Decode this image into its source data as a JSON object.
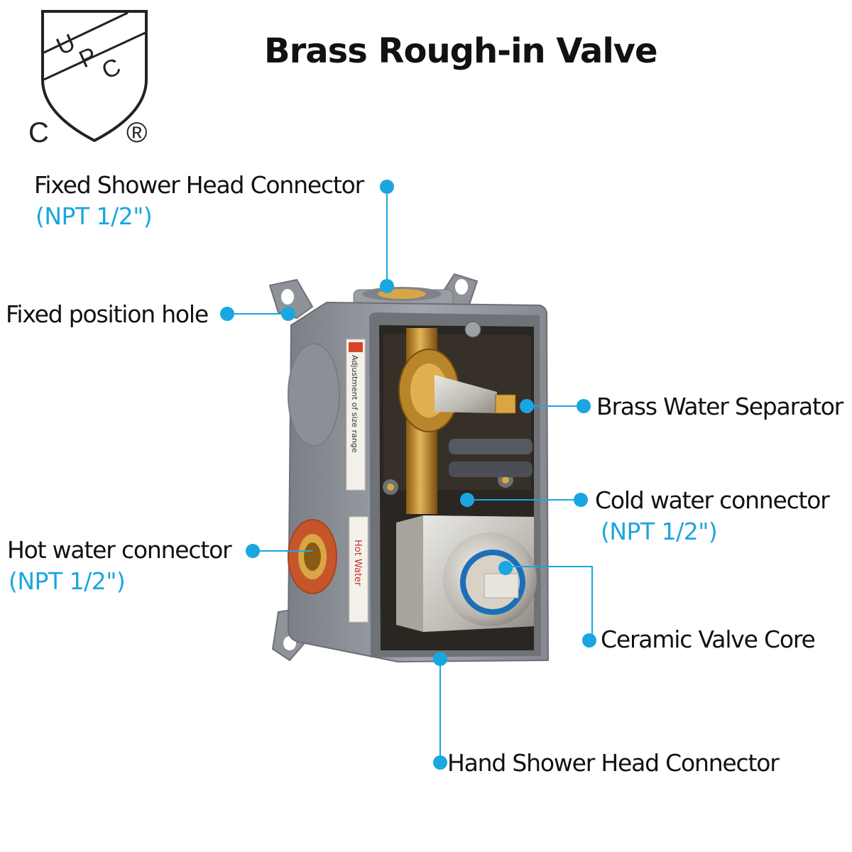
{
  "title": "Brass Rough-in Valve",
  "certification": {
    "mark_letters": [
      "U",
      "P",
      "C"
    ],
    "left_letter": "C",
    "registered_symbol": "®"
  },
  "callouts": {
    "fixed_shower_head": {
      "label": "Fixed Shower Head Connector",
      "spec": "(NPT 1/2\")"
    },
    "fixed_position_hole": {
      "label": "Fixed position hole"
    },
    "brass_water_separator": {
      "label": "Brass Water Separator"
    },
    "cold_water": {
      "label": "Cold water connector",
      "spec": "(NPT 1/2\")"
    },
    "hot_water": {
      "label": "Hot water connector",
      "spec": "(NPT 1/2\")"
    },
    "ceramic_valve_core": {
      "label": "Ceramic Valve Core"
    },
    "hand_shower_head": {
      "label": "Hand Shower Head Connector"
    }
  },
  "valve_body": {
    "side_label_adjustment": "Adjustment of size range",
    "side_label_hot": "Hot Water"
  },
  "colors": {
    "accent": "#1aa6e0",
    "body_gray": "#8d9196",
    "brass": "#c9962e",
    "copper_ring": "#c7552a"
  }
}
